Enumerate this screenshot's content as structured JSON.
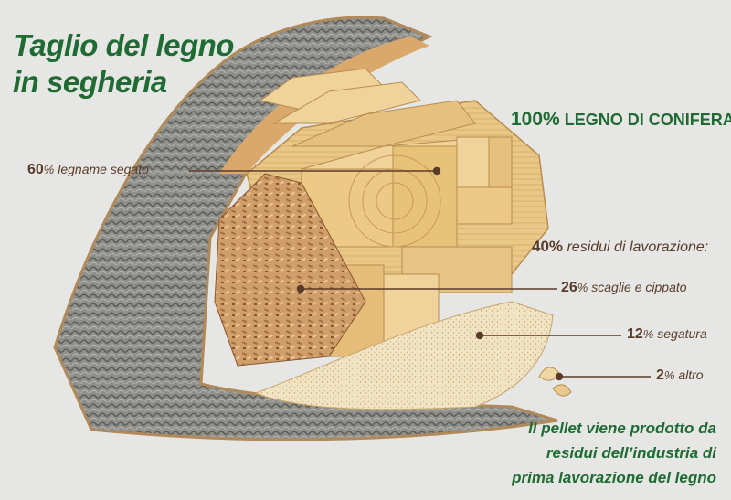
{
  "title": {
    "line1": "Taglio del legno",
    "line2": "in segheria"
  },
  "header": {
    "pct": "100%",
    "text": "LEGNO DI CONIFERA"
  },
  "labels": [
    {
      "id": "legname",
      "num": "60",
      "unit": "%",
      "text": " legname segato"
    },
    {
      "id": "scaglie",
      "num": "26",
      "unit": "%",
      "text": " scaglie e cippato"
    },
    {
      "id": "segatura",
      "num": "12",
      "unit": "%",
      "text": " segatura"
    },
    {
      "id": "altro",
      "num": "2",
      "unit": "%",
      "text": " altro"
    }
  ],
  "residui": {
    "pct": "40%",
    "text": " residui di lavorazione:"
  },
  "pellet_note": {
    "line1": "Il pellet viene prodotto da",
    "line2": "residui dell’industria di",
    "line3": "prima lavorazione del legno"
  },
  "colors": {
    "title_green": "#1f6b33",
    "label_brown": "#5a3b2a",
    "background": "#e6e6e4",
    "bark": "#8c8c88",
    "wood": "#e8c887",
    "chips": "#c99563",
    "sawdust": "#efe2c2"
  }
}
